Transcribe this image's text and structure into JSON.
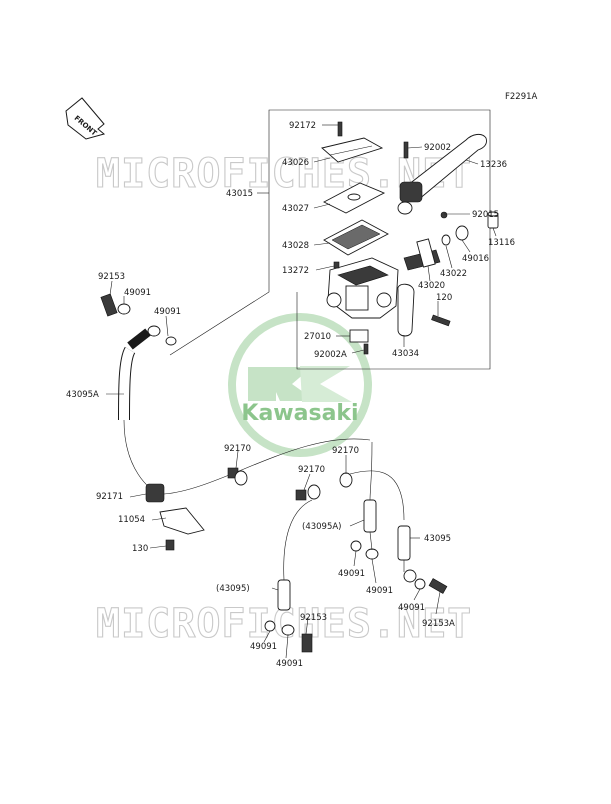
{
  "figure_code": "F2291A",
  "front_badge": "FRONT",
  "brand_logo": "Kawasaki",
  "watermark": "MICROFICHES.NET",
  "parts": {
    "p92172": "92172",
    "p43026": "43026",
    "p43015": "43015",
    "p43027": "43027",
    "p43028": "43028",
    "p13272": "13272",
    "p92002": "92002",
    "p13236": "13236",
    "p92015": "92015",
    "p13116": "13116",
    "p49016": "49016",
    "p43022": "43022",
    "p43020": "43020",
    "p120": "120",
    "p27010": "27010",
    "p92002A": "92002A",
    "p43034": "43034",
    "p92153": "92153",
    "p49091a": "49091",
    "p49091b": "49091",
    "p43095A": "43095A",
    "p92170a": "92170",
    "p92170b": "92170",
    "p92170c": "92170",
    "p92171": "92171",
    "p11054": "11054",
    "p130": "130",
    "p43095Ap": "(43095A)",
    "p43095": "43095",
    "p49091c": "49091",
    "p49091d": "49091",
    "p49091e": "49091",
    "p92153A": "92153A",
    "p43095p": "(43095)",
    "p92153b": "92153",
    "p49091f": "49091",
    "p49091g": "49091"
  }
}
